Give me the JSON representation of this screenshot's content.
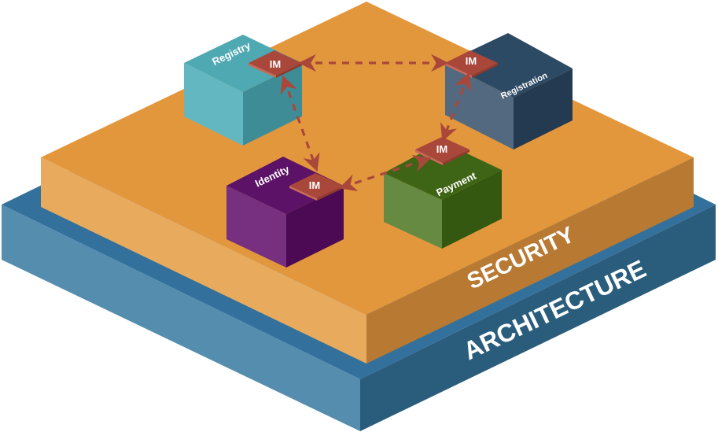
{
  "diagram": {
    "layers": {
      "architecture": {
        "label": "ARCHITECTURE",
        "colors": {
          "top": "#33719c",
          "left": "#558dae",
          "right": "#2a5d7c"
        }
      },
      "security": {
        "label": "SECURITY",
        "colors": {
          "top": "#e3973d",
          "left": "#e8ab5e",
          "right": "#b87a33"
        }
      }
    },
    "modules": [
      {
        "id": "registry",
        "label": "Registry",
        "badge": "IM",
        "colors": {
          "top": "#4fa9b3",
          "left": "#62b7c1",
          "right": "#3e8d96"
        }
      },
      {
        "id": "registration",
        "label": "Registration",
        "badge": "IM",
        "colors": {
          "top": "#2d4a64",
          "left": "#53697f",
          "right": "#233a50"
        }
      },
      {
        "id": "identity",
        "label": "Identity",
        "badge": "IM",
        "colors": {
          "top": "#5c1266",
          "left": "#77307f",
          "right": "#4b0a53"
        }
      },
      {
        "id": "payment",
        "label": "Payment",
        "badge": "IM",
        "colors": {
          "top": "#3e6516",
          "left": "#668a42",
          "right": "#345810"
        }
      }
    ],
    "badge_colors": {
      "top": "#a9483a",
      "edge": "#c86a5b"
    },
    "connections": [
      {
        "from": "registry",
        "to": "registration",
        "style": "dashed",
        "arrows": "both"
      },
      {
        "from": "registry",
        "to": "identity",
        "style": "dashed",
        "arrows": "both"
      },
      {
        "from": "identity",
        "to": "payment",
        "style": "dashed",
        "arrows": "both"
      },
      {
        "from": "registration",
        "to": "payment",
        "style": "dashed",
        "arrows": "both"
      }
    ],
    "connection_color": "#a9483a"
  }
}
